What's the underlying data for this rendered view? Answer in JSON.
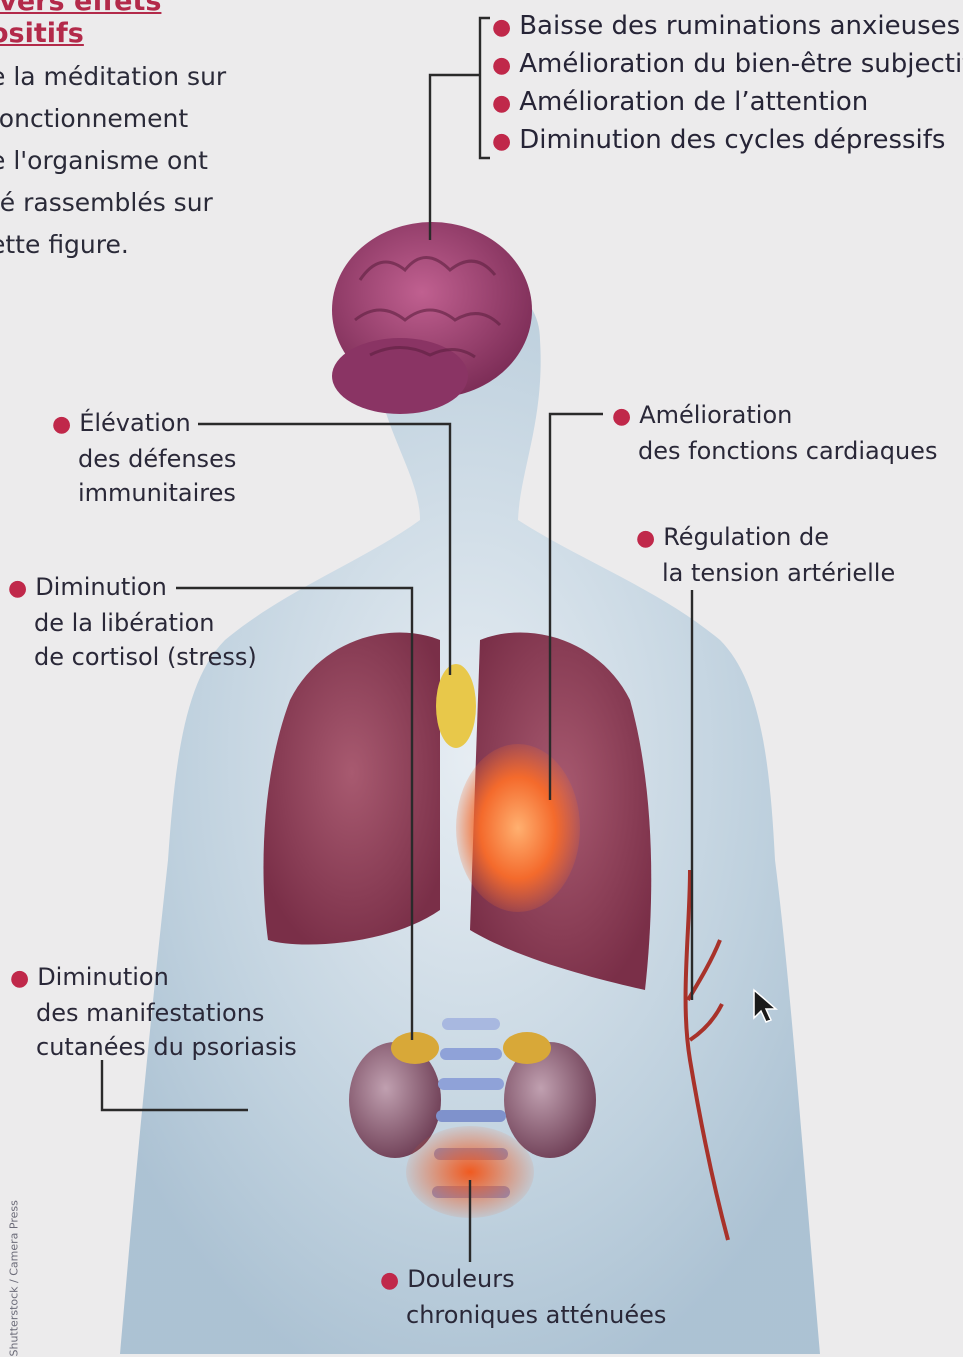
{
  "intro": {
    "title_lines": [
      "ivers effets",
      "ositifs"
    ],
    "body_lines": [
      "e la méditation sur",
      "fonctionnement",
      "e l'organisme ont",
      "té rassemblés sur",
      "ette figure."
    ]
  },
  "brain_effects": [
    "Baisse des ruminations anxieuses",
    "Amélioration du bien-être subjectif",
    "Amélioration de l’attention",
    "Diminution des cycles dépressifs"
  ],
  "labels": {
    "immune": [
      "Élévation",
      "des défenses",
      "immunitaires"
    ],
    "cortisol": [
      "Diminution",
      "de la libération",
      "de cortisol (stress)"
    ],
    "psoriasis": [
      "Diminution",
      "des manifestations",
      "cutanées du psoriasis"
    ],
    "cardiac": [
      "Amélioration",
      "des fonctions cardiaques"
    ],
    "pressure": [
      "Régulation de",
      "la tension artérielle"
    ],
    "pain": [
      "Douleurs",
      "chroniques atténuées"
    ]
  },
  "credit": "Shutterstock / Camera Press",
  "colors": {
    "accent": "#c0284a",
    "body": "#c3d3df",
    "brain": "#9a3a6a",
    "lungs": "#8d3c55",
    "heart": "#f06a2a",
    "thymus": "#e8c84a",
    "leader_lines": "#2a2a2a"
  }
}
